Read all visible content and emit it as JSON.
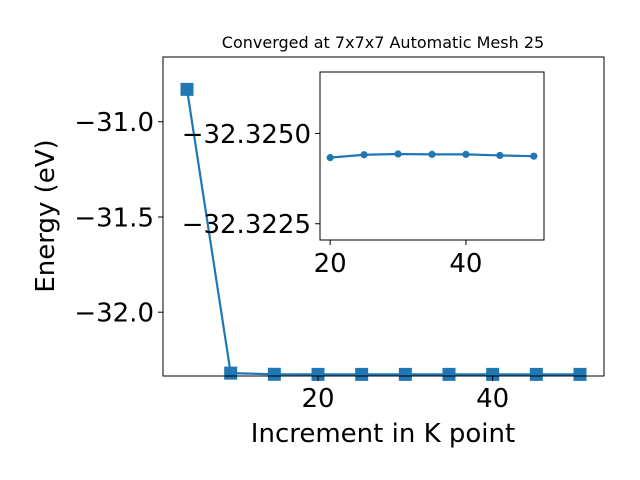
{
  "chart_data": [
    {
      "type": "line",
      "title": "Converged at 7x7x7 Automatic Mesh 25",
      "xlabel": "Increment in K point",
      "ylabel": "Energy (eV)",
      "xlim": [
        2.25,
        52.75
      ],
      "ylim": [
        -32.335,
        -30.66
      ],
      "xticks": [
        20,
        40
      ],
      "yticks": [
        -31.0,
        -31.5,
        -32.0
      ],
      "ytick_labels": [
        "−31.0",
        "−31.5",
        "−32.0"
      ],
      "marker": "square",
      "color": "#1f77b4",
      "grid": false,
      "series": [
        {
          "x": [
            5,
            10,
            15,
            20,
            25,
            30,
            35,
            40,
            45,
            50
          ],
          "y": [
            -30.83,
            -32.32,
            -32.326,
            -32.3265,
            -32.3265,
            -32.3265,
            -32.3265,
            -32.3265,
            -32.3265,
            -32.3265
          ]
        }
      ]
    },
    {
      "type": "line",
      "title": "",
      "xlabel": "",
      "ylabel": "",
      "xlim": [
        18.5,
        51.5
      ],
      "ylim": [
        -32.32205,
        -32.3267
      ],
      "xticks": [
        20,
        40
      ],
      "yticks": [
        -32.325,
        -32.3225
      ],
      "ytick_labels": [
        "−32.3250",
        "−32.3225"
      ],
      "marker": "circle",
      "color": "#1f77b4",
      "grid": false,
      "series": [
        {
          "x": [
            20,
            25,
            30,
            35,
            40,
            45,
            50
          ],
          "y": [
            -32.32433,
            -32.32441,
            -32.32443,
            -32.32442,
            -32.32442,
            -32.32439,
            -32.32437
          ]
        }
      ]
    }
  ]
}
